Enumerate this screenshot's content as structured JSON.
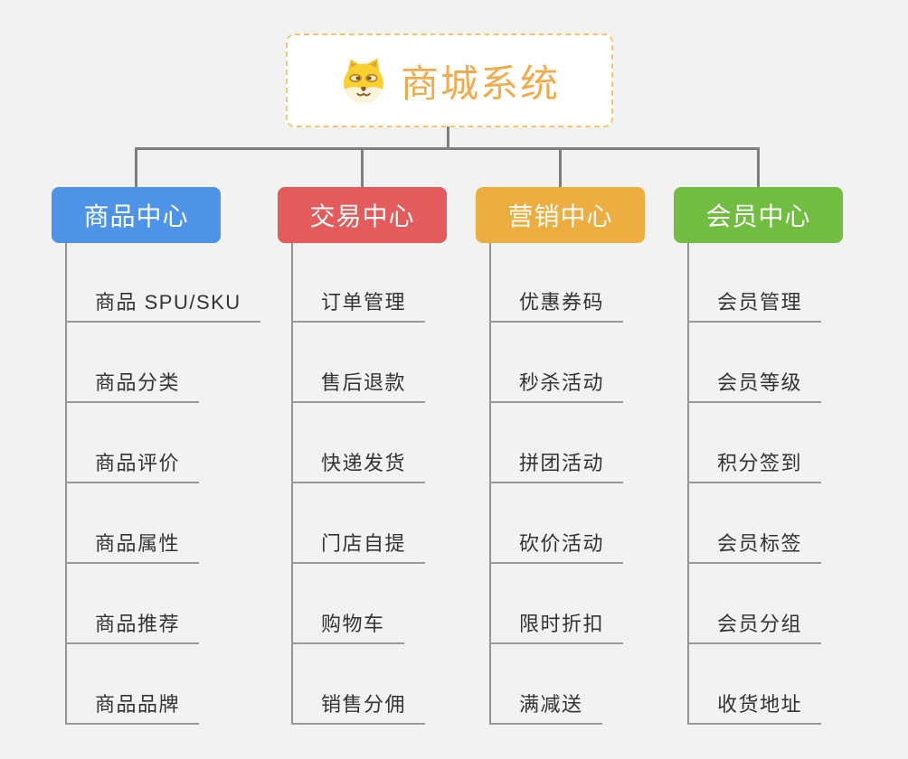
{
  "root": {
    "title": "商城系统",
    "icon": "doge-icon",
    "border_color": "#F6C571",
    "title_color": "#F0AB4C"
  },
  "colors": {
    "background": "#F2F2F2",
    "connector": "#7E7E7E",
    "trunk": "#949494",
    "underline": "#999999",
    "leaf_text": "#333333"
  },
  "branches": [
    {
      "label": "商品中心",
      "color": "#4D93E8",
      "children": [
        "商品 SPU/SKU",
        "商品分类",
        "商品评价",
        "商品属性",
        "商品推荐",
        "商品品牌"
      ]
    },
    {
      "label": "交易中心",
      "color": "#E45B5B",
      "children": [
        "订单管理",
        "售后退款",
        "快递发货",
        "门店自提",
        "购物车",
        "销售分佣"
      ]
    },
    {
      "label": "营销中心",
      "color": "#EEAE3F",
      "children": [
        "优惠券码",
        "秒杀活动",
        "拼团活动",
        "砍价活动",
        "限时折扣",
        "满减送"
      ]
    },
    {
      "label": "会员中心",
      "color": "#70BD41",
      "children": [
        "会员管理",
        "会员等级",
        "积分签到",
        "会员标签",
        "会员分组",
        "收货地址"
      ]
    }
  ]
}
